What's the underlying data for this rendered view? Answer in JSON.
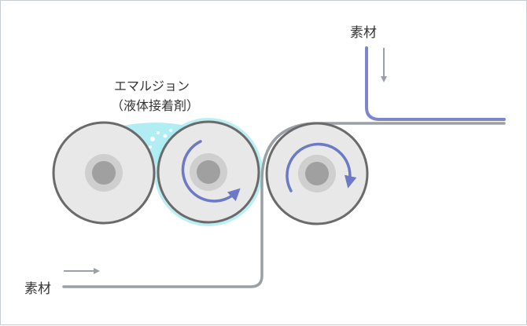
{
  "labels": {
    "material_top": "素材",
    "material_bottom": "素材",
    "emulsion": "エマルジョン",
    "emulsion_sub": "（液体接着剤）"
  },
  "colors": {
    "background": "#ffffff",
    "border": "#c8cdd1",
    "roller_outer": "#e8e8e8",
    "roller_stroke": "#6a6a6a",
    "roller_hub": "#bdbdbd",
    "roller_core": "#a0a0a0",
    "rotation_arrow": "#6b79c6",
    "substrate_gray": "#9aa0a6",
    "substrate_blue": "#7e86c9",
    "emulsion_fill": "#a9ecf3",
    "flow_arrow": "#9aa0a6"
  }
}
